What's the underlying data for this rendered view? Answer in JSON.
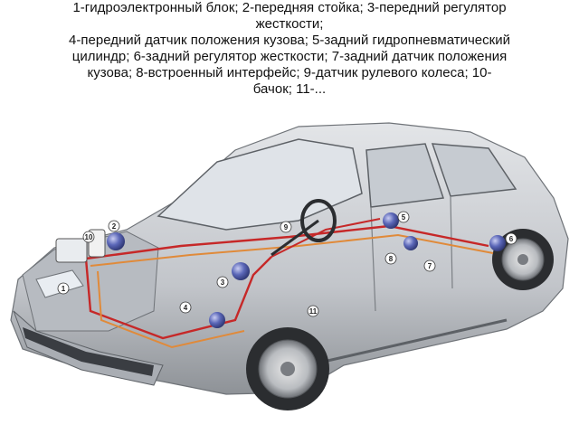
{
  "caption": {
    "line0": "1-гидроэлектронный блок; 2-передняя стойка; 3-передний регулятор",
    "line1": "жесткости;",
    "line2": "4-передний датчик положения кузова; 5-задний гидропневматический",
    "line3": "цилиндр; 6-задний регулятор жесткости; 7-задний датчик положения",
    "line4": "кузова; 8-встроенный интерфейс; 9-датчик рулевого колеса; 10-",
    "line5": "бачок; 11-..."
  },
  "markers": [
    {
      "n": "1"
    },
    {
      "n": "2"
    },
    {
      "n": "3"
    },
    {
      "n": "4"
    },
    {
      "n": "5"
    },
    {
      "n": "6"
    },
    {
      "n": "7"
    },
    {
      "n": "8"
    },
    {
      "n": "9"
    },
    {
      "n": "10"
    },
    {
      "n": "11"
    }
  ],
  "colors": {
    "car_body": "#c9ccd1",
    "hydraulic_red": "#c62828",
    "hydraulic_orange": "#e08a3a",
    "sphere_blue": "#5b67b8"
  }
}
